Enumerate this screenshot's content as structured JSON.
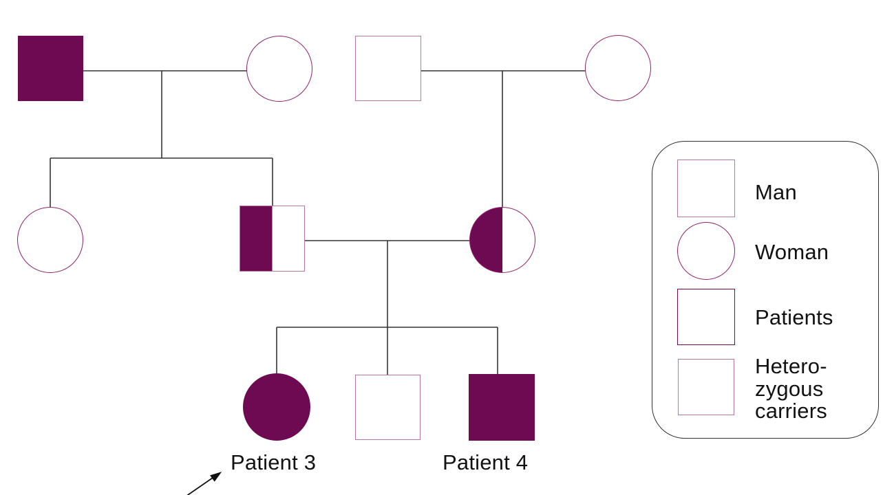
{
  "diagram_type": "pedigree-family-tree",
  "colors": {
    "affected_fill": "#6E0A51",
    "square_outline": "#B477A3",
    "circle_outline": "#8F2169",
    "line_color": "#333333",
    "legend_border": "#2e2e2e",
    "text_color": "#121212"
  },
  "labels": {
    "patient3": "Patient 3",
    "patient4": "Patient 4"
  },
  "legend": {
    "items": [
      {
        "symbol": "square-empty",
        "label": "Man"
      },
      {
        "symbol": "circle-empty",
        "label": "Woman"
      },
      {
        "symbol": "square-filled",
        "label": "Patients"
      },
      {
        "symbol": "square-half-filled",
        "label_lines": [
          "Hetero-",
          "zygous",
          "carriers"
        ]
      }
    ]
  },
  "pedigree": {
    "generation_1": [
      {
        "id": "I-1",
        "sex": "male",
        "status": "patient"
      },
      {
        "id": "I-2",
        "sex": "female",
        "status": "unaffected",
        "partner": "I-1"
      },
      {
        "id": "I-3",
        "sex": "male",
        "status": "unaffected"
      },
      {
        "id": "I-4",
        "sex": "female",
        "status": "unaffected",
        "partner": "I-3"
      }
    ],
    "generation_2": [
      {
        "id": "II-1",
        "sex": "female",
        "status": "unaffected",
        "parents": "I-1 x I-2"
      },
      {
        "id": "II-2",
        "sex": "male",
        "status": "heterozygous-carrier",
        "parents": "I-1 x I-2"
      },
      {
        "id": "II-3",
        "sex": "female",
        "status": "heterozygous-carrier",
        "parents": "I-3 x I-4",
        "partner": "II-2"
      }
    ],
    "generation_3": [
      {
        "id": "III-1",
        "sex": "female",
        "status": "patient",
        "label": "Patient 3",
        "parents": "II-2 x II-3",
        "proband_arrow": true
      },
      {
        "id": "III-2",
        "sex": "male",
        "status": "unaffected",
        "parents": "II-2 x II-3"
      },
      {
        "id": "III-3",
        "sex": "male",
        "status": "patient",
        "label": "Patient 4",
        "parents": "II-2 x II-3"
      }
    ]
  }
}
